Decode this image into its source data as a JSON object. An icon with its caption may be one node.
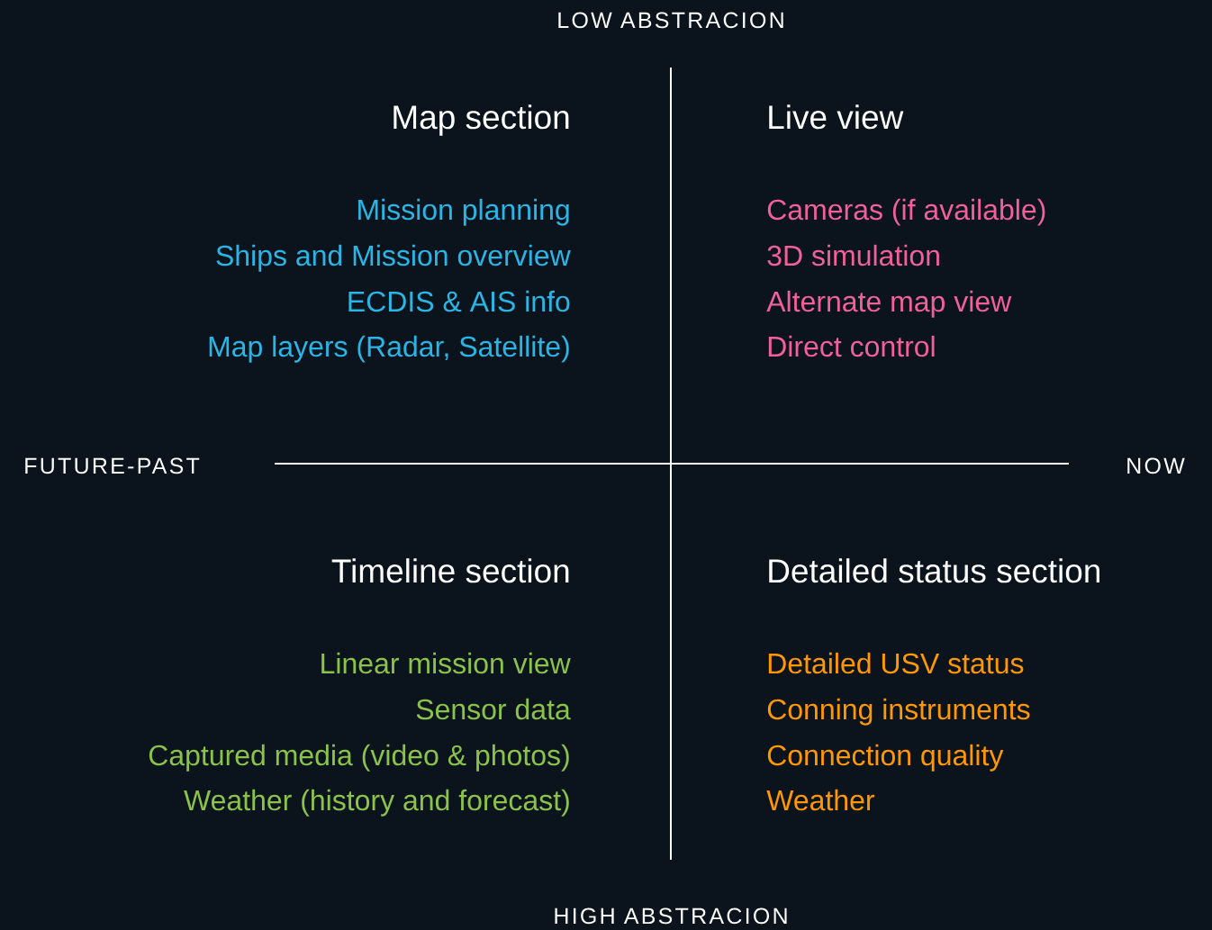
{
  "diagram": {
    "labels": [
      "LOW ABSTRACION",
      "Map section",
      "Live view",
      "Mission planning",
      "Cameras (if available)",
      "Ships and Mission overview",
      "3D simulation",
      "ECDIS & AIS info",
      "Alternate map view",
      "Map layers (Radar, Satellite)",
      "Direct control",
      "FUTURE-PAST",
      "NOW",
      "Timeline section",
      "Detailed status section",
      "Linear mission view",
      "Detailed USV status",
      "Sensor data",
      "Conning instruments",
      "Captured media (video & photos)",
      "Connection quality",
      "Weather (history and forecast)",
      "Weather",
      "HIGH ABSTRACION"
    ]
  }
}
